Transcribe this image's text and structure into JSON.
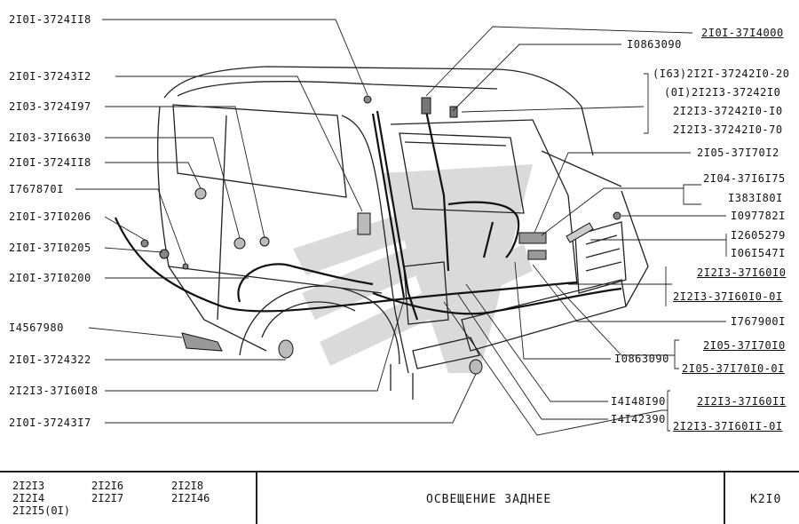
{
  "labels_left": [
    "2I0I-3724II8",
    "2I0I-37243I2",
    "2I03-3724I97",
    "2I03-37I6630",
    "2I0I-3724II8",
    "I767870I",
    "2I0I-37I0206",
    "2I0I-37I0205",
    "2I0I-37I0200",
    "I4567980",
    "2I0I-3724322",
    "2I2I3-37I60I8",
    "2I0I-37243I7"
  ],
  "labels_right": {
    "top_a": "I0863090",
    "top_b": "2I0I-37I4000",
    "group1": [
      "(I63)2I2I-37242I0-20",
      "(0I)2I2I3-37242I0",
      "2I2I3-37242I0-I0",
      "2I2I3-37242I0-70"
    ],
    "r1": "2I05-37I70I2",
    "r2a": "2I04-37I6I75",
    "r2b": "I383I80I",
    "r3": "I097782I",
    "r4a": "I2605279",
    "r4b": "I06I547I",
    "r5a": "2I2I3-37I60I0",
    "r5b": "2I2I3-37I60I0-0I",
    "r6": "I767900I",
    "r7": "I0863090",
    "r8a": "2I05-37I70I0",
    "r8b": "2I05-37I70I0-0I",
    "r9": "I4I48I90",
    "r10": "I4I42390",
    "r11a": "2I2I3-37I60II",
    "r11b": "2I2I3-37I60II-0I"
  },
  "footer": {
    "models": [
      "2I2I3",
      "2I2I4",
      "2I2I5(0I)",
      "2I2I6",
      "2I2I7",
      "2I2I8",
      "2I2I46"
    ],
    "title": "ОСВЕЩЕНИЕ  ЗАДНЕЕ",
    "page": "К2I0"
  }
}
